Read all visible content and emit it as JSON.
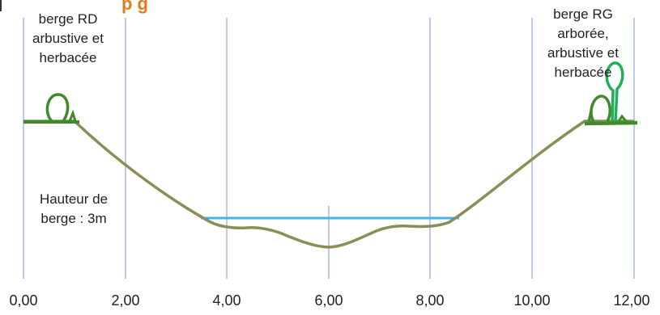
{
  "header": {
    "title_fragment": "p      g"
  },
  "labels": {
    "left_bank": [
      "berge RD",
      "arbustive et",
      "herbacée"
    ],
    "right_bank": [
      "berge RG",
      "arborée,",
      "arbustive et",
      "herbacée"
    ],
    "bank_height": [
      "Hauteur de",
      "berge : 3m"
    ]
  },
  "x_axis": {
    "ticks": [
      "0,00",
      "2,00",
      "4,00",
      "6,00",
      "8,00",
      "10,00",
      "12,00"
    ]
  },
  "colors": {
    "terrain": "#8c8c55",
    "water": "#45b4e6",
    "vegetation": "#3f8a2a",
    "vegetation_light": "#1fb15a",
    "grid": "#bfcbe8",
    "title": "#e07b1f"
  }
}
